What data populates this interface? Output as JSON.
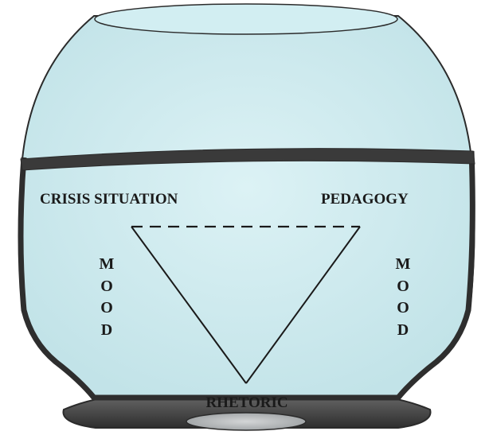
{
  "diagram": {
    "labels": {
      "top_left": "CRISIS SITUATION",
      "top_right": "PEDAGOGY",
      "bottom": "RHETORIC"
    },
    "side_text_left": [
      "M",
      "O",
      "O",
      "D"
    ],
    "side_text_right": [
      "M",
      "O",
      "O",
      "D"
    ],
    "edges": [
      {
        "from": "CRISIS SITUATION",
        "to": "PEDAGOGY",
        "style": "dashed"
      },
      {
        "from": "CRISIS SITUATION",
        "to": "RHETORIC",
        "style": "solid"
      },
      {
        "from": "PEDAGOGY",
        "to": "RHETORIC",
        "style": "solid"
      }
    ],
    "colors": {
      "water": "#c8e6ea",
      "water_light": "#dcf2f5",
      "outline": "#2b2b2b",
      "rim_band": "#3a3a3a",
      "base": "#4a4a4a",
      "base_inner": "#b9bcbd"
    }
  }
}
